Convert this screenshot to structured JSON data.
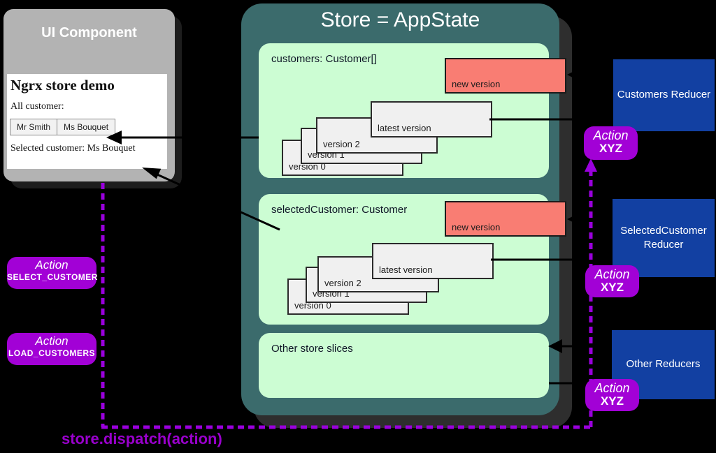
{
  "ui_component": {
    "title": "UI Component",
    "app": {
      "heading": "Ngrx store demo",
      "all_customer_label": "All customer:",
      "buttons": [
        {
          "label": "Mr Smith"
        },
        {
          "label": "Ms Bouquet"
        }
      ],
      "selected_customer_text": "Selected customer: Ms Bouquet"
    }
  },
  "store": {
    "title": "Store = AppState",
    "slices": [
      {
        "label": "customers: Customer[]",
        "new_version_label": "new version",
        "versions": [
          "version 0",
          "version 1",
          "version 2",
          "latest version"
        ]
      },
      {
        "label": "selectedCustomer: Customer",
        "new_version_label": "new version",
        "versions": [
          "version 0",
          "version 1",
          "version 2",
          "latest version"
        ]
      },
      {
        "label": "Other store slices"
      }
    ]
  },
  "reducers": [
    {
      "label": "Customers Reducer"
    },
    {
      "label": "SelectedCustomer Reducer"
    },
    {
      "label": "Other Reducers"
    }
  ],
  "actions_right": [
    {
      "name": "Action",
      "type": "XYZ"
    },
    {
      "name": "Action",
      "type": "XYZ"
    },
    {
      "name": "Action",
      "type": "XYZ"
    }
  ],
  "actions_left": [
    {
      "name": "Action",
      "type": "SELECT_CUSTOMER"
    },
    {
      "name": "Action",
      "type": "LOAD_CUSTOMERS"
    }
  ],
  "dispatch_label": "store.dispatch(action)",
  "colors": {
    "background": "#000000",
    "store_teal": "#3b6b6c",
    "slice_green": "#ccfdd3",
    "version_gray": "#f0f0f0",
    "new_version_red": "#f97d73",
    "reducer_blue": "#1240a2",
    "action_purple": "#a201d6",
    "dispatch_purple": "#9900cc",
    "ui_gray": "#b3b3b3"
  }
}
